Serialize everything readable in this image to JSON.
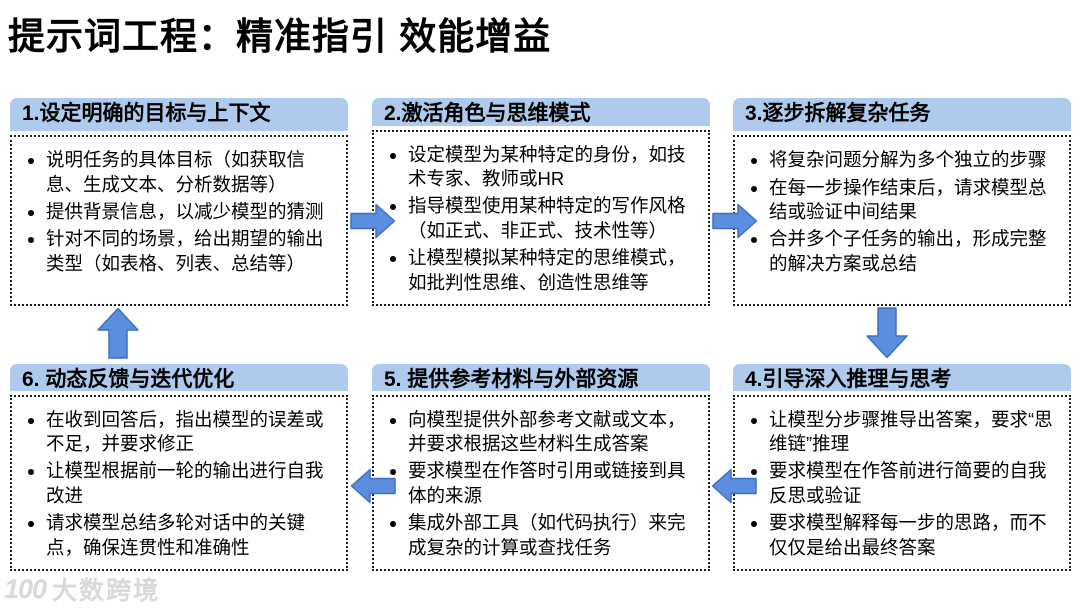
{
  "title": "提示词工程：精准指引 效能增益",
  "boxes": [
    {
      "header": "1.设定明确的目标与上下文",
      "bullets": [
        "说明任务的具体目标（如获取信息、生成文本、分析数据等）",
        "提供背景信息，以减少模型的猜测",
        "针对不同的场景，给出期望的输出类型（如表格、列表、总结等）"
      ]
    },
    {
      "header": "2.激活角色与思维模式",
      "bullets": [
        "设定模型为某种特定的身份，如技术专家、教师或HR",
        "指导模型使用某种特定的写作风格（如正式、非正式、技术性等）",
        "让模型模拟某种特定的思维模式，如批判性思维、创造性思维等"
      ]
    },
    {
      "header": "3.逐步拆解复杂任务",
      "bullets": [
        "将复杂问题分解为多个独立的步骤",
        "在每一步操作结束后，请求模型总结或验证中间结果",
        "合并多个子任务的输出，形成完整的解决方案或总结"
      ]
    },
    {
      "header": "4.引导深入推理与思考",
      "bullets": [
        "让模型分步骤推导出答案，要求“思维链”推理",
        "要求模型在作答前进行简要的自我反思或验证",
        "要求模型解释每一步的思路，而不仅仅是给出最终答案"
      ]
    },
    {
      "header": "5. 提供参考材料与外部资源",
      "bullets": [
        "向模型提供外部参考文献或文本，并要求根据这些材料生成答案",
        "要求模型在作答时引用或链接到具体的来源",
        "集成外部工具（如代码执行）来完成复杂的计算或查找任务"
      ]
    },
    {
      "header": "6. 动态反馈与迭代优化",
      "bullets": [
        "在收到回答后，指出模型的误差或不足，并要求修正",
        "让模型根据前一轮的输出进行自我改进",
        "请求模型总结多轮对话中的关键点，确保连贯性和准确性"
      ]
    }
  ],
  "icons": {
    "arrow_1_to_2": "block-arrow-right",
    "arrow_2_to_3": "block-arrow-right",
    "arrow_3_to_4": "block-arrow-down",
    "arrow_4_to_5": "block-arrow-left",
    "arrow_5_to_6": "block-arrow-left",
    "arrow_6_to_1": "block-arrow-up"
  },
  "logo": {
    "mark": "100",
    "text": "大数跨境"
  },
  "colors": {
    "header_bg": "#aecbee",
    "arrow_fill": "#5b8ede",
    "arrow_stroke": "#3f6fc4",
    "box_border": "#1f1f1f",
    "title_text": "#000000",
    "logo_text": "#d9d9d9"
  }
}
